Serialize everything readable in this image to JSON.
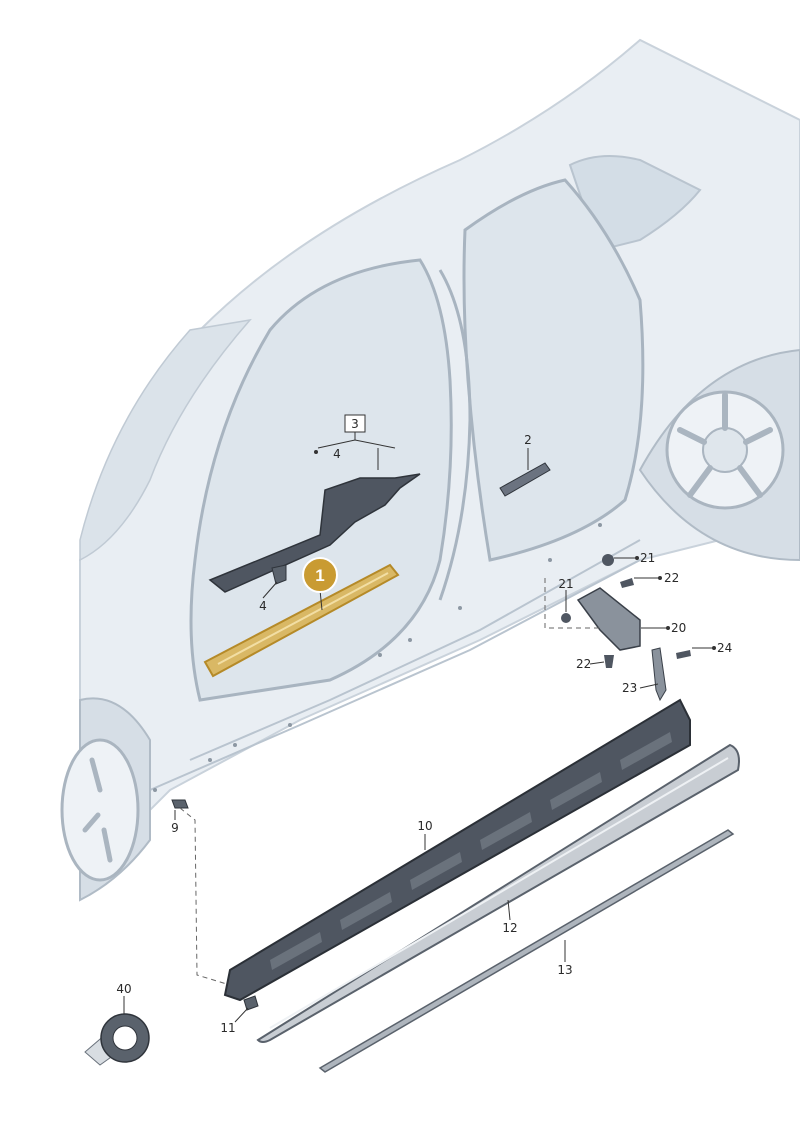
{
  "colors": {
    "body_fill": "#e9eef3",
    "body_shadow": "#dbe3ea",
    "door_opening": "#dde5ec",
    "part_dark": "#4f5661",
    "part_mid": "#8a929c",
    "highlight": "#c9a24a",
    "badge": "#c99b32",
    "accent_silver": "#c8cdd3"
  },
  "badge": {
    "label": "1"
  },
  "labels": {
    "n2": "2",
    "n3": "3",
    "n4a": "4",
    "n4b": "4",
    "n9": "9",
    "n10": "10",
    "n11": "11",
    "n12": "12",
    "n13": "13",
    "n20": "20",
    "n21a": "21",
    "n21b": "21",
    "n22a": "22",
    "n22b": "22",
    "n23": "23",
    "n24": "24",
    "n40": "40"
  }
}
